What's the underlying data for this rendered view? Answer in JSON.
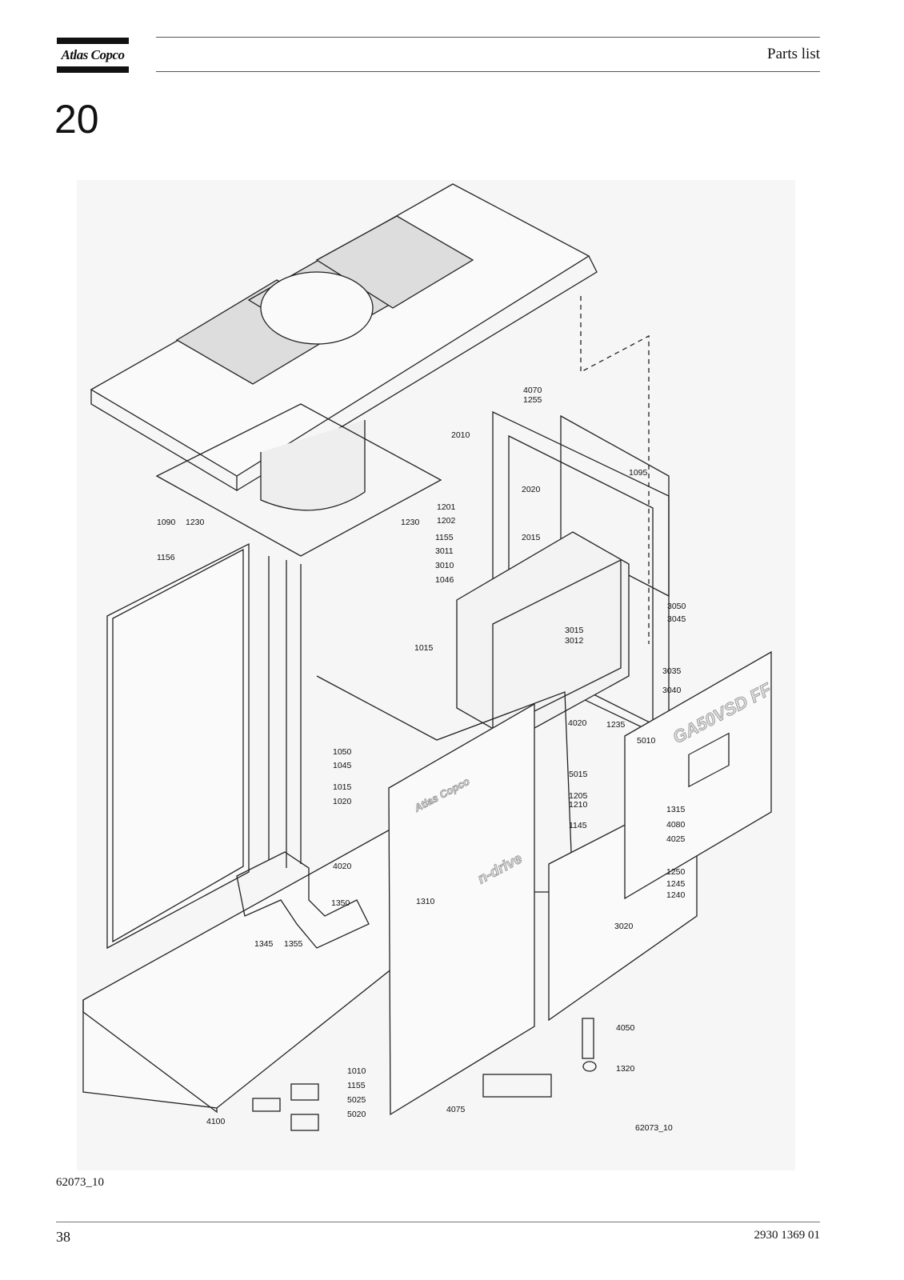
{
  "header": {
    "brand": "Atlas Copco",
    "title": "Parts list"
  },
  "section_number": "20",
  "figure": {
    "id_label": "62073_10",
    "callouts": [
      {
        "text": "4070"
      },
      {
        "text": "1255"
      },
      {
        "text": "2010"
      },
      {
        "text": "1095"
      },
      {
        "text": "2020"
      },
      {
        "text": "1201"
      },
      {
        "text": "1202"
      },
      {
        "text": "1090"
      },
      {
        "text": "1230"
      },
      {
        "text": "1230"
      },
      {
        "text": "1155"
      },
      {
        "text": "2015"
      },
      {
        "text": "1156"
      },
      {
        "text": "3011"
      },
      {
        "text": "3010"
      },
      {
        "text": "1046"
      },
      {
        "text": "3050"
      },
      {
        "text": "3045"
      },
      {
        "text": "3015"
      },
      {
        "text": "3012"
      },
      {
        "text": "1015"
      },
      {
        "text": "3035"
      },
      {
        "text": "3040"
      },
      {
        "text": "4020"
      },
      {
        "text": "1235"
      },
      {
        "text": "5010"
      },
      {
        "text": "1050"
      },
      {
        "text": "1045"
      },
      {
        "text": "5015"
      },
      {
        "text": "1015"
      },
      {
        "text": "1205"
      },
      {
        "text": "1210"
      },
      {
        "text": "1020"
      },
      {
        "text": "1315"
      },
      {
        "text": "4080"
      },
      {
        "text": "1145"
      },
      {
        "text": "4025"
      },
      {
        "text": "4020"
      },
      {
        "text": "1250"
      },
      {
        "text": "1245"
      },
      {
        "text": "1240"
      },
      {
        "text": "1310"
      },
      {
        "text": "1350"
      },
      {
        "text": "3020"
      },
      {
        "text": "1345"
      },
      {
        "text": "1355"
      },
      {
        "text": "4050"
      },
      {
        "text": "1320"
      },
      {
        "text": "1010"
      },
      {
        "text": "1155"
      },
      {
        "text": "5025"
      },
      {
        "text": "4075"
      },
      {
        "text": "4100"
      },
      {
        "text": "5020"
      }
    ],
    "panel_marking": "GA50VSD FF",
    "door_brand": "Atlas Copco",
    "door_wordmark": "n-drive"
  },
  "caption": "62073_10",
  "footer": {
    "page_number": "38",
    "document_number": "2930 1369 01"
  }
}
